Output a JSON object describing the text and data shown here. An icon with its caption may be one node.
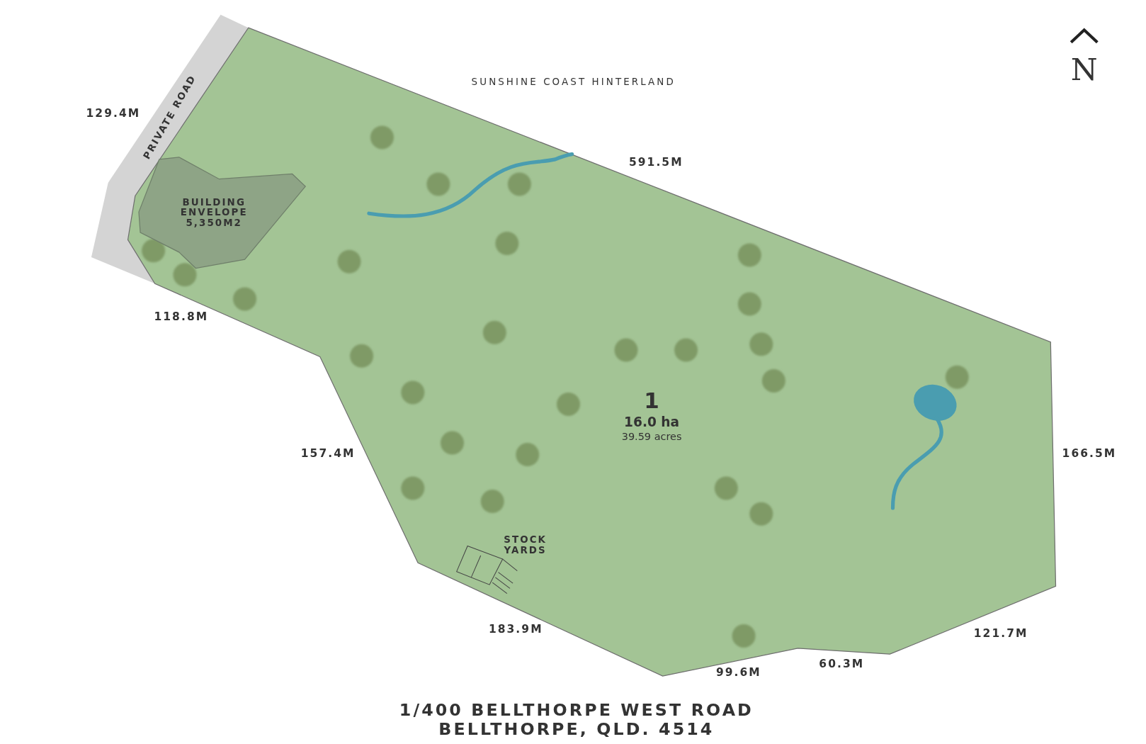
{
  "diagram": {
    "caption": "1/400 BELLTHORPE WEST ROAD BELLTHORPE, QLD. 4514",
    "nodes": [
      {
        "text": [
          "1",
          "16.0 ha",
          "39.59 acres"
        ]
      },
      {
        "text": [
          "BUILDING ENVELOPE 5,350M2"
        ],
        "in": 0
      }
    ],
    "labels": [
      "SUNSHINE COAST HINTERLAND",
      "N",
      "PRIVATE ROAD",
      "129.4M",
      "591.5M",
      "118.8M",
      "157.4M",
      "166.5M",
      "STOCK YARDS",
      "183.9M",
      "121.7M",
      "99.6M",
      "60.3M"
    ]
  }
}
